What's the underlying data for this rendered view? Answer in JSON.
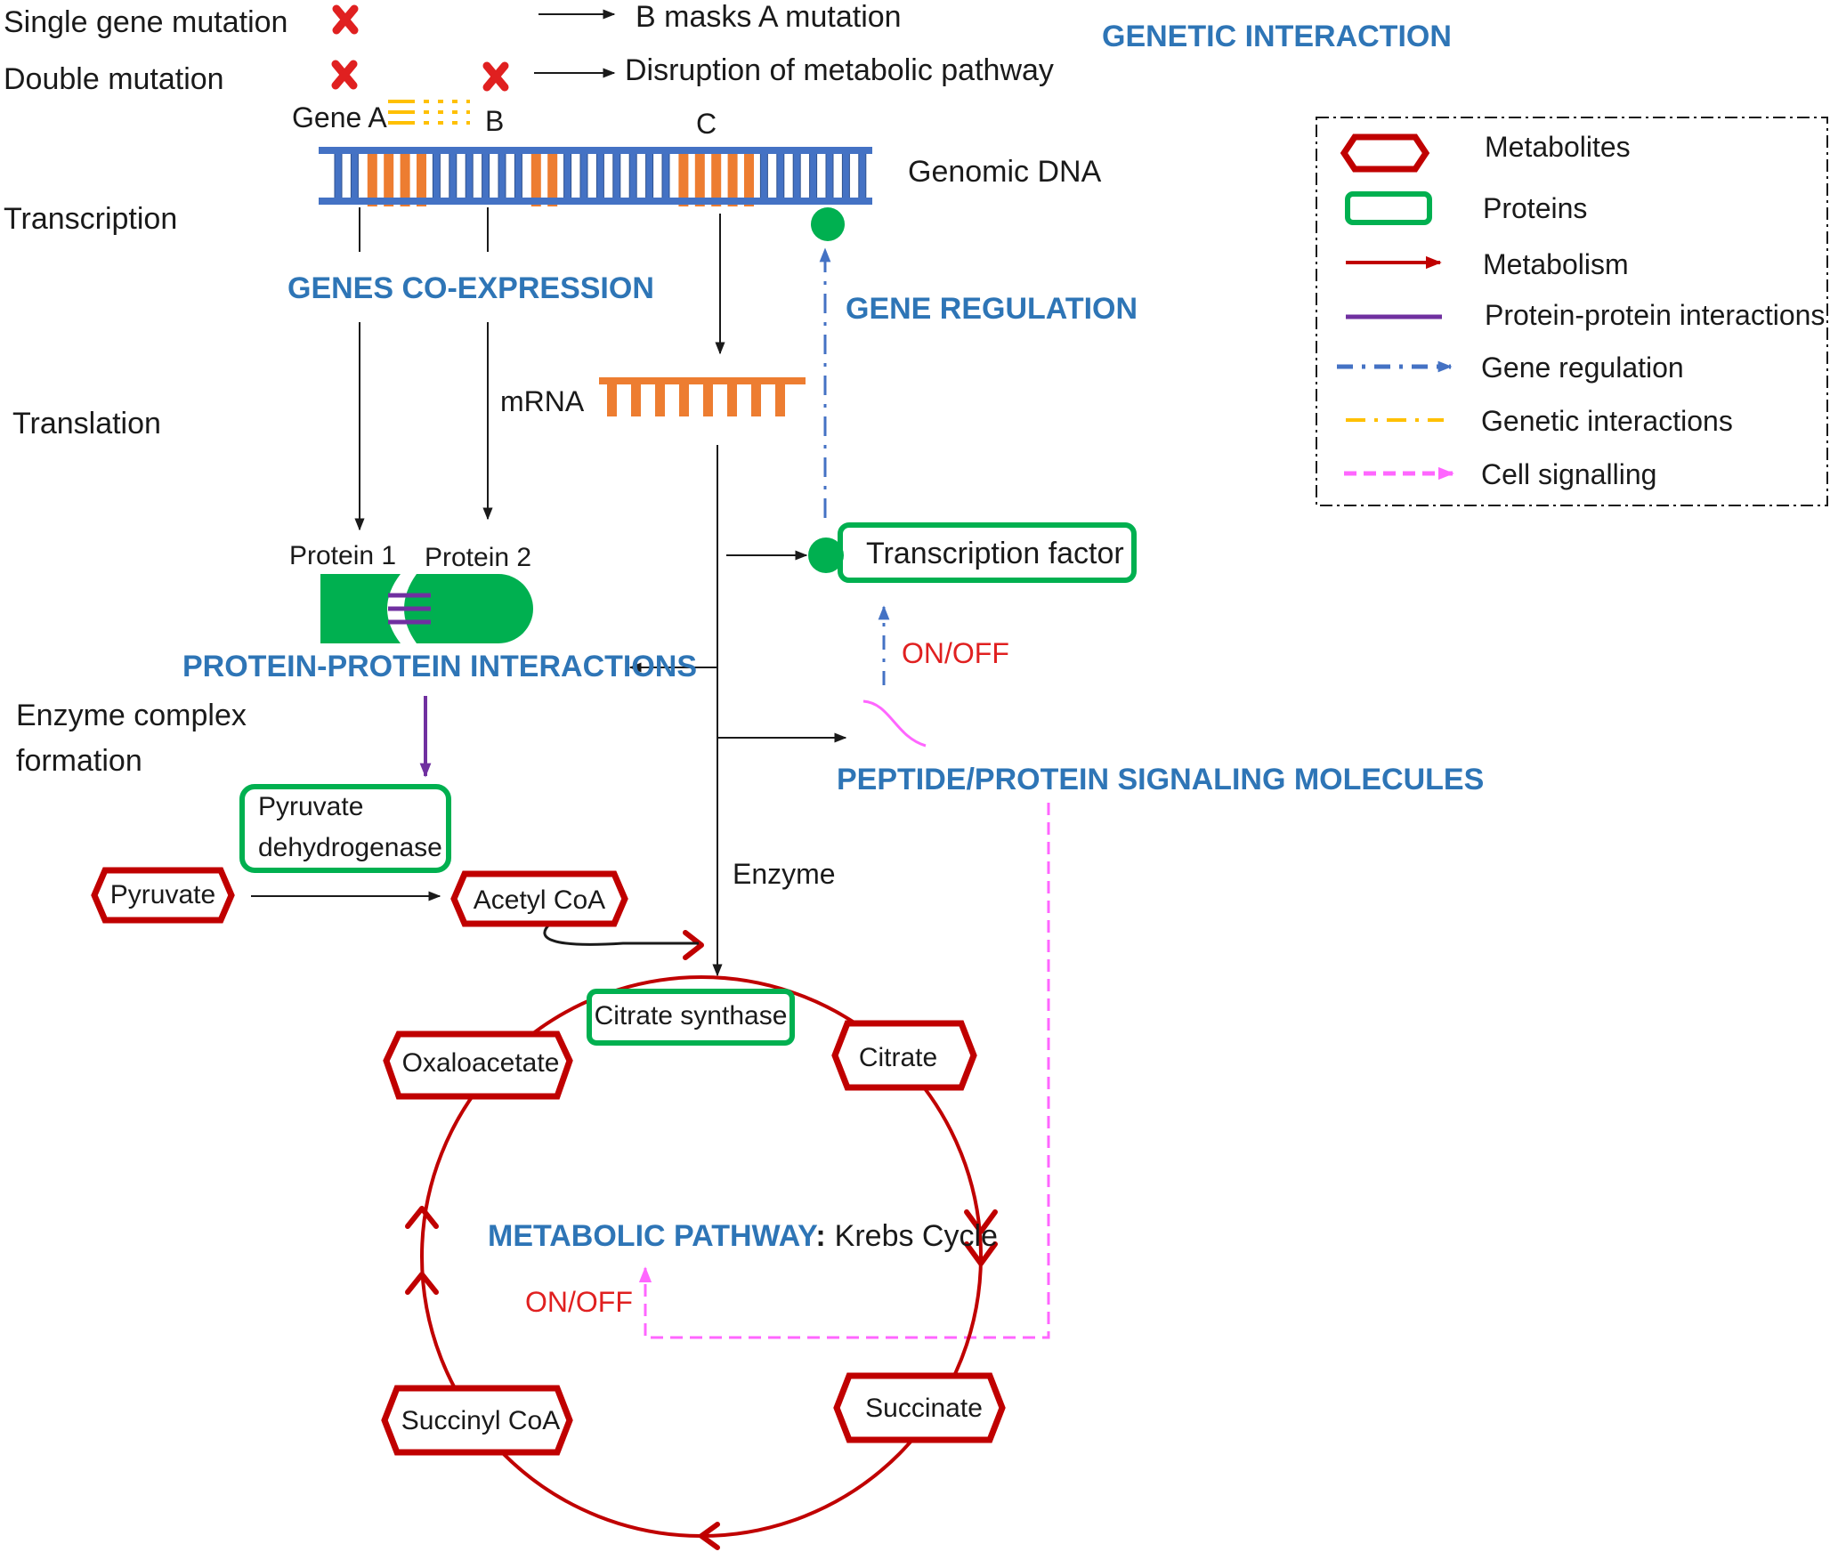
{
  "mutations": {
    "single_label": "Single gene mutation",
    "double_label": "Double mutation",
    "single_result": "B masks A mutation",
    "double_result": "Disruption of metabolic pathway",
    "x_icon": "cross-icon"
  },
  "genetic_interaction_heading": "GENETIC INTERACTION",
  "genes": {
    "a": "Gene A",
    "b": "B",
    "c": "C"
  },
  "genomic_dna_label": "Genomic DNA",
  "process": {
    "transcription": "Transcription",
    "translation": "Translation",
    "enzyme_complex_line1": "Enzyme complex",
    "enzyme_complex_line2": "formation"
  },
  "genes_coexpression_heading": "GENES CO-EXPRESSION",
  "gene_regulation_heading": "GENE REGULATION",
  "mrna_label": "mRNA",
  "protein1_label": "Protein 1",
  "protein2_label": "Protein 2",
  "transcription_factor_label": "Transcription factor",
  "ppi_heading": "PROTEIN-PROTEIN INTERACTIONS",
  "on_off_label": "ON/OFF",
  "signaling_heading": "PEPTIDE/PROTEIN SIGNALING MOLECULES",
  "pyruvate_dh_line1": "Pyruvate",
  "pyruvate_dh_line2": "dehydrogenase",
  "enzyme_label": "Enzyme",
  "metabolites": {
    "pyruvate": "Pyruvate",
    "acetyl_coa": "Acetyl CoA",
    "oxaloacetate": "Oxaloacetate",
    "citrate": "Citrate",
    "succinyl_coa": "Succinyl CoA",
    "succinate": "Succinate"
  },
  "citrate_synthase_label": "Citrate synthase",
  "metabolic_pathway_heading": "METABOLIC PATHWAY",
  "metabolic_pathway_colon": ":",
  "krebs_cycle_label": "Krebs Cycle",
  "legend": {
    "metabolites": "Metabolites",
    "proteins": "Proteins",
    "metabolism": "Metabolism",
    "ppi": "Protein-protein  interactions",
    "gene_regulation": "Gene regulation",
    "genetic_interactions": "Genetic interactions",
    "cell_signalling": "Cell signalling"
  },
  "colors": {
    "dna_blue": "#4472c4",
    "gene_orange": "#ed7d31",
    "protein_green": "#00b050",
    "metabolite_red": "#c00000",
    "heading_blue": "#2e75b6",
    "ppi_purple": "#7030a0",
    "signalling_pink": "#ff66ff",
    "genetic_yellow": "#ffc000",
    "onoff_red": "#e02020"
  }
}
